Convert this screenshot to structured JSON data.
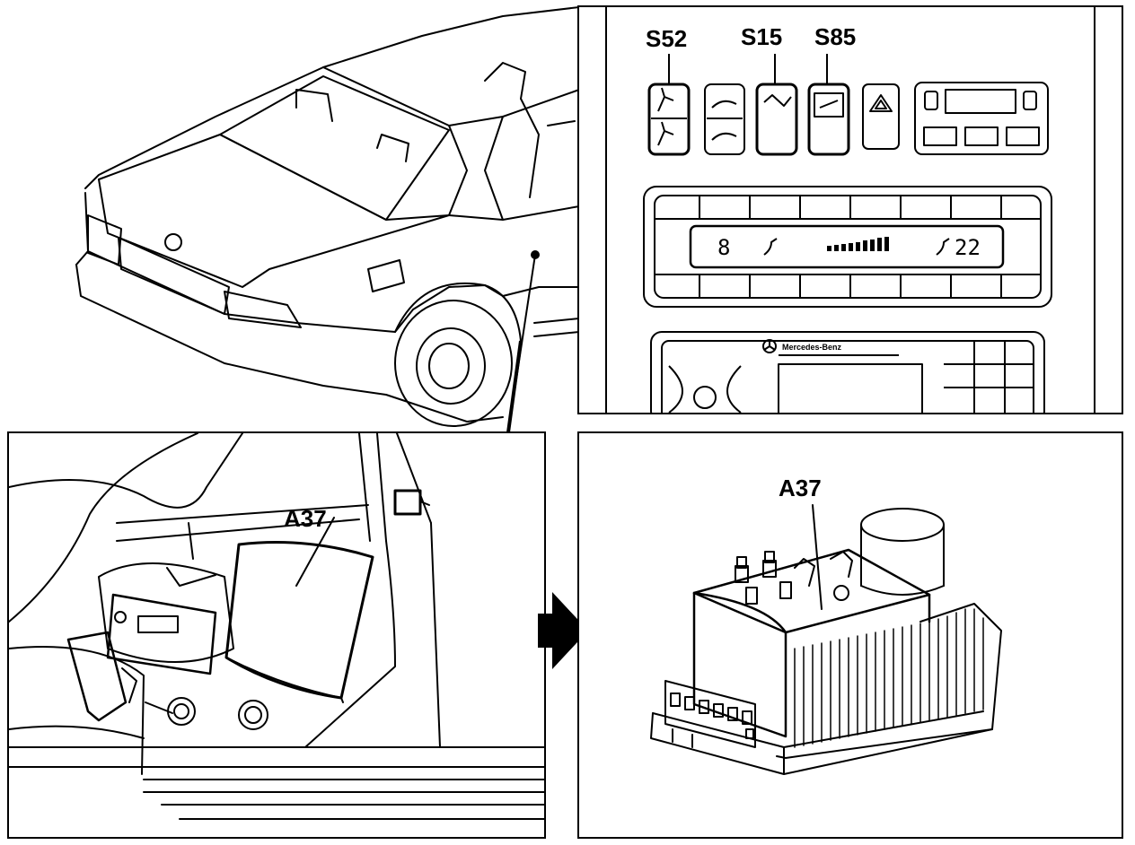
{
  "labels": {
    "s52": "S52",
    "s15": "S15",
    "s85": "S85",
    "a37_installed": "A37",
    "a37_detail": "A37"
  },
  "display": {
    "left_value": "8",
    "right_value": "22"
  },
  "icons": {
    "arrow": "right-arrow-icon",
    "hazard": "hazard-triangle-icon",
    "logo": "mercedes-star-icon"
  },
  "colors": {
    "ink": "#000000",
    "paper": "#ffffff"
  }
}
